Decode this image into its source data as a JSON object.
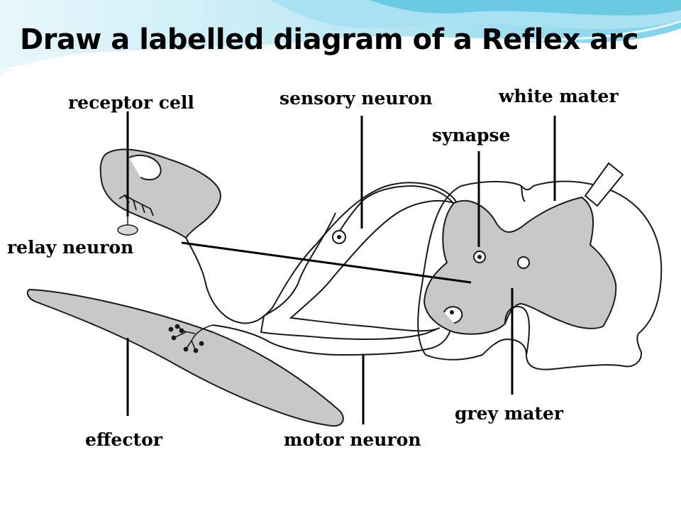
{
  "slide": {
    "title": "Draw a labelled diagram of a Reflex arc"
  },
  "labels": {
    "receptor_cell": "receptor cell",
    "sensory_neuron": "sensory neuron",
    "white_mater": "white mater",
    "synapse": "synapse",
    "relay_neuron": "relay neuron",
    "effector": "effector",
    "motor_neuron": "motor neuron",
    "grey_mater": "grey mater"
  },
  "colors": {
    "banner_light": "#d6f1f8",
    "banner_mid": "#9fdff0",
    "banner_dark": "#5cc4df",
    "tissue_fill": "#c8c8c8",
    "outline": "#1a1a1a"
  }
}
